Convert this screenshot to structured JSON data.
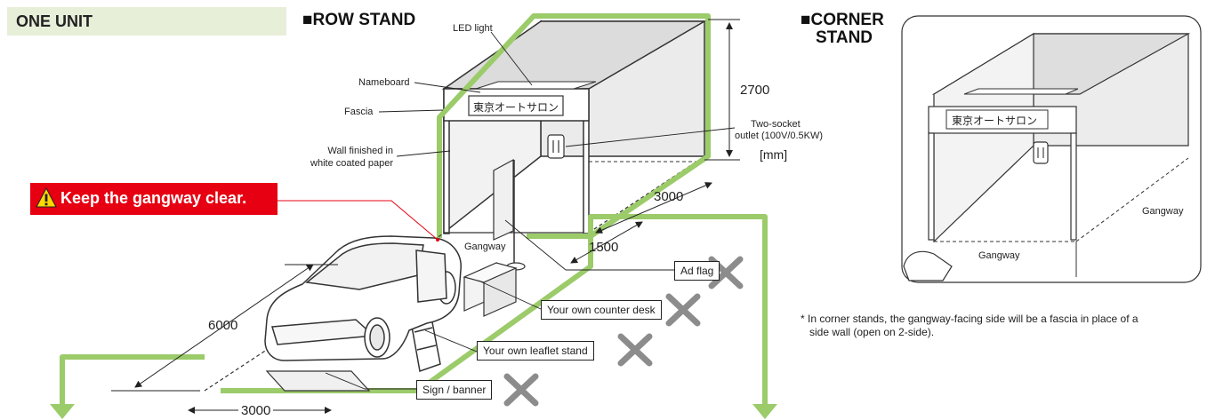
{
  "unit_title": "ONE UNIT",
  "row_stand": {
    "heading": "■ROW STAND",
    "labels": {
      "led_light": "LED light",
      "nameboard": "Nameboard",
      "fascia": "Fascia",
      "wall": [
        "Wall finished in",
        "white coated paper"
      ],
      "outlet": [
        "Two-socket",
        "outlet (100V/0.5KW)"
      ],
      "nameboard_text": "東京オートサロン",
      "gangway": "Gangway"
    },
    "dimensions": {
      "height": "2700",
      "unit": "[mm]",
      "depth": "3000",
      "aisle": "1500",
      "car_length": "6000",
      "car_width": "3000"
    },
    "prohibited_items": [
      "Ad flag",
      "Your own counter desk",
      "Your own leaflet stand",
      "Sign / banner"
    ]
  },
  "warning": {
    "text": "Keep the gangway clear.",
    "icon": "warning-triangle-icon"
  },
  "corner_stand": {
    "heading": [
      "■CORNER",
      "STAND"
    ],
    "nameboard_text": "東京オートサロン",
    "gangway_right": "Gangway",
    "gangway_front": "Gangway",
    "note": [
      "* In corner stands, the gangway-facing side will be a fascia in place of a",
      "side wall  (open on 2-side)."
    ]
  },
  "colors": {
    "gangway_green": "#9ccb6a",
    "warning_red": "#e60012",
    "cross_gray": "#8c8c8c",
    "wall_gray": "#e6e6e6"
  }
}
